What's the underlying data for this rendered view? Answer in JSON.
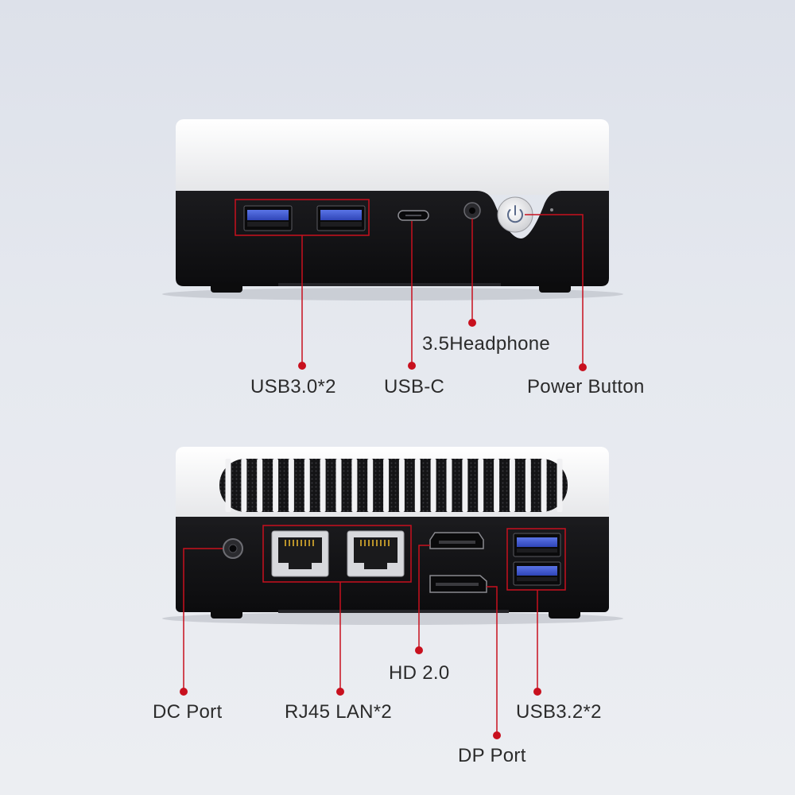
{
  "front_labels": {
    "usb30": "USB3.0*2",
    "usbc": "USB-C",
    "headphone": "3.5Headphone",
    "power": "Power Button"
  },
  "rear_labels": {
    "dc": "DC Port",
    "rj45": "RJ45 LAN*2",
    "hd": "HD 2.0",
    "usb32": "USB3.2*2",
    "dp": "DP Port"
  },
  "colors": {
    "callout": "#c8101e",
    "usb_port": "#3d57c9",
    "device_body": "#151517",
    "device_top": "#f4f4f4"
  }
}
